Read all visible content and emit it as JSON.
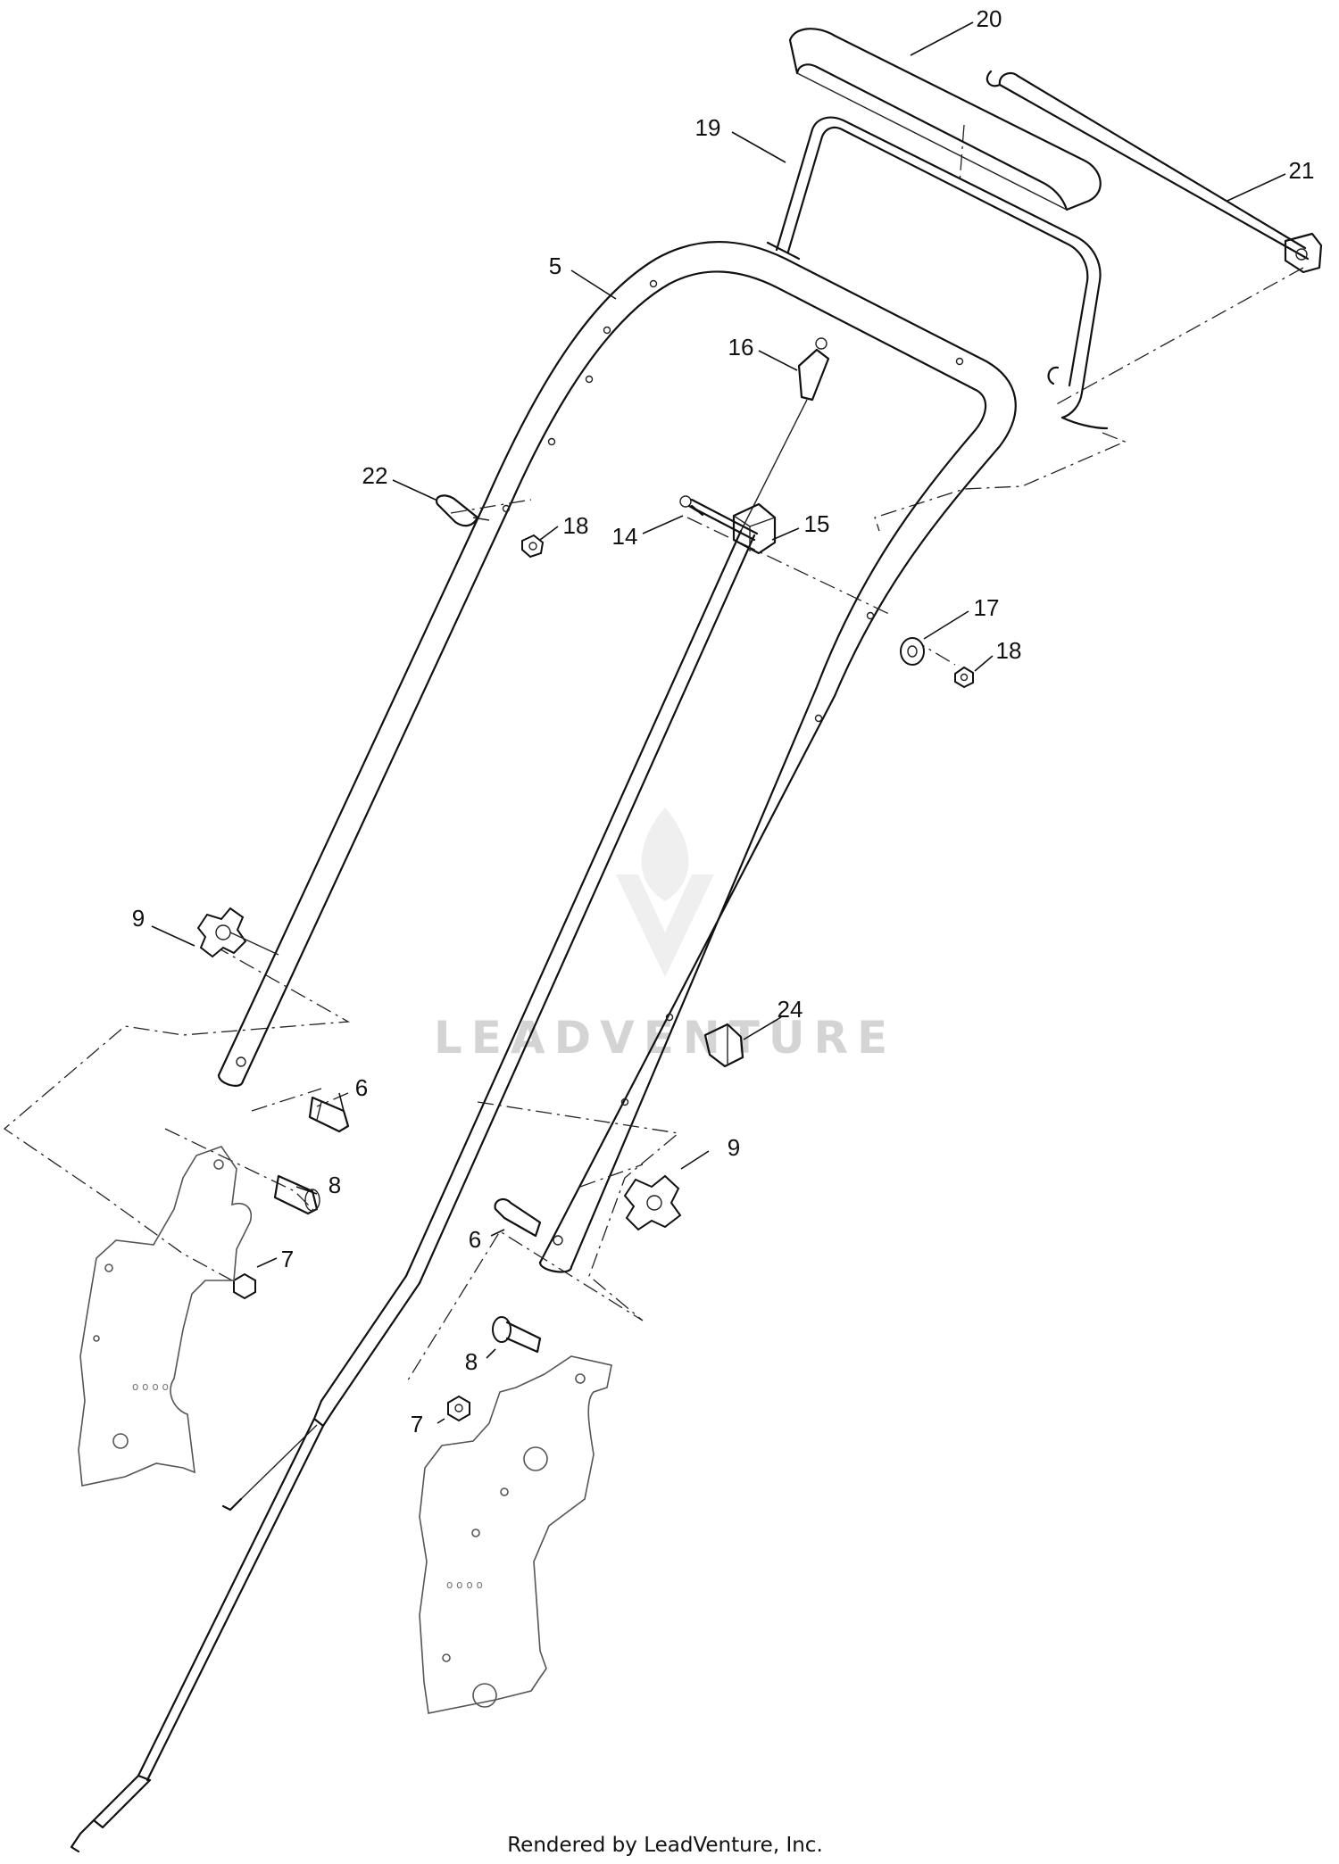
{
  "callouts": {
    "c20": "20",
    "c19": "19",
    "c21": "21",
    "c5": "5",
    "c16": "16",
    "c22": "22",
    "c18a": "18",
    "c14": "14",
    "c15": "15",
    "c17": "17",
    "c18b": "18",
    "c9a": "9",
    "c24": "24",
    "c6a": "6",
    "c8a": "8",
    "c9b": "9",
    "c7a": "7",
    "c6b": "6",
    "c8b": "8",
    "c7b": "7"
  },
  "watermark": "LEADVENTURE",
  "footer": "Rendered by LeadVenture, Inc."
}
